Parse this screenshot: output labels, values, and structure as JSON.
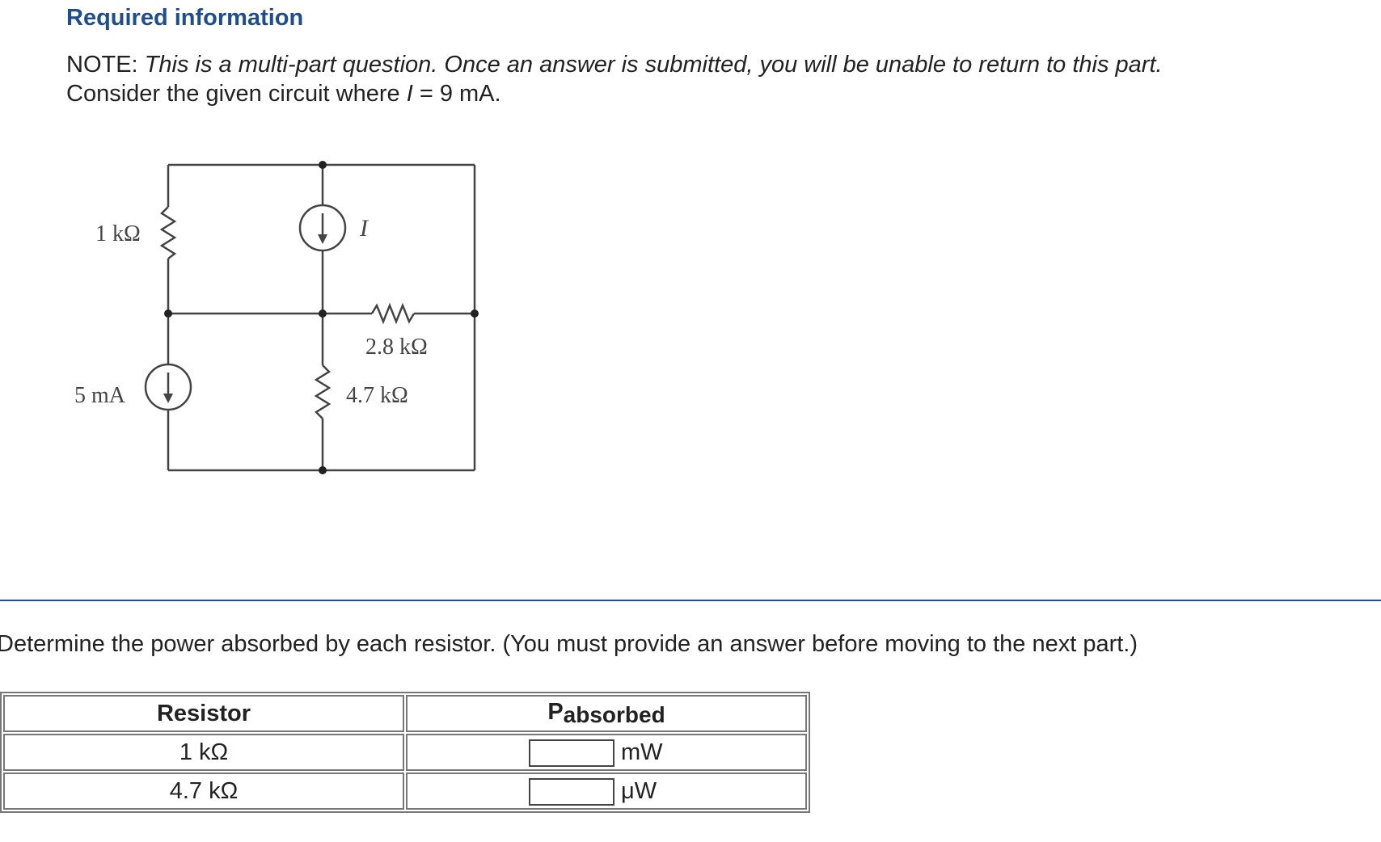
{
  "header": {
    "title": "Required information"
  },
  "note": {
    "prefix": "NOTE:",
    "italic": "This is a multi-part question. Once an answer is submitted, you will be unable to return to this part.",
    "line2_start": "Consider the given circuit where",
    "var": "I",
    "line2_end": "= 9 mA."
  },
  "circuit": {
    "r1_label": "1 kΩ",
    "source_i_label": "I",
    "r2_label": "2.8 kΩ",
    "source_5ma_label": "5 mA",
    "r3_label": "4.7 kΩ"
  },
  "question": {
    "text": "Determine the power absorbed by each resistor. (You must provide an answer before moving to the next part.)"
  },
  "table": {
    "header_resistor": "Resistor",
    "header_p": "P",
    "header_p_sub": "absorbed",
    "rows": [
      {
        "resistor": "1 kΩ",
        "value": "",
        "unit": "mW"
      },
      {
        "resistor": "4.7 kΩ",
        "value": "",
        "unit": "μW"
      }
    ]
  }
}
